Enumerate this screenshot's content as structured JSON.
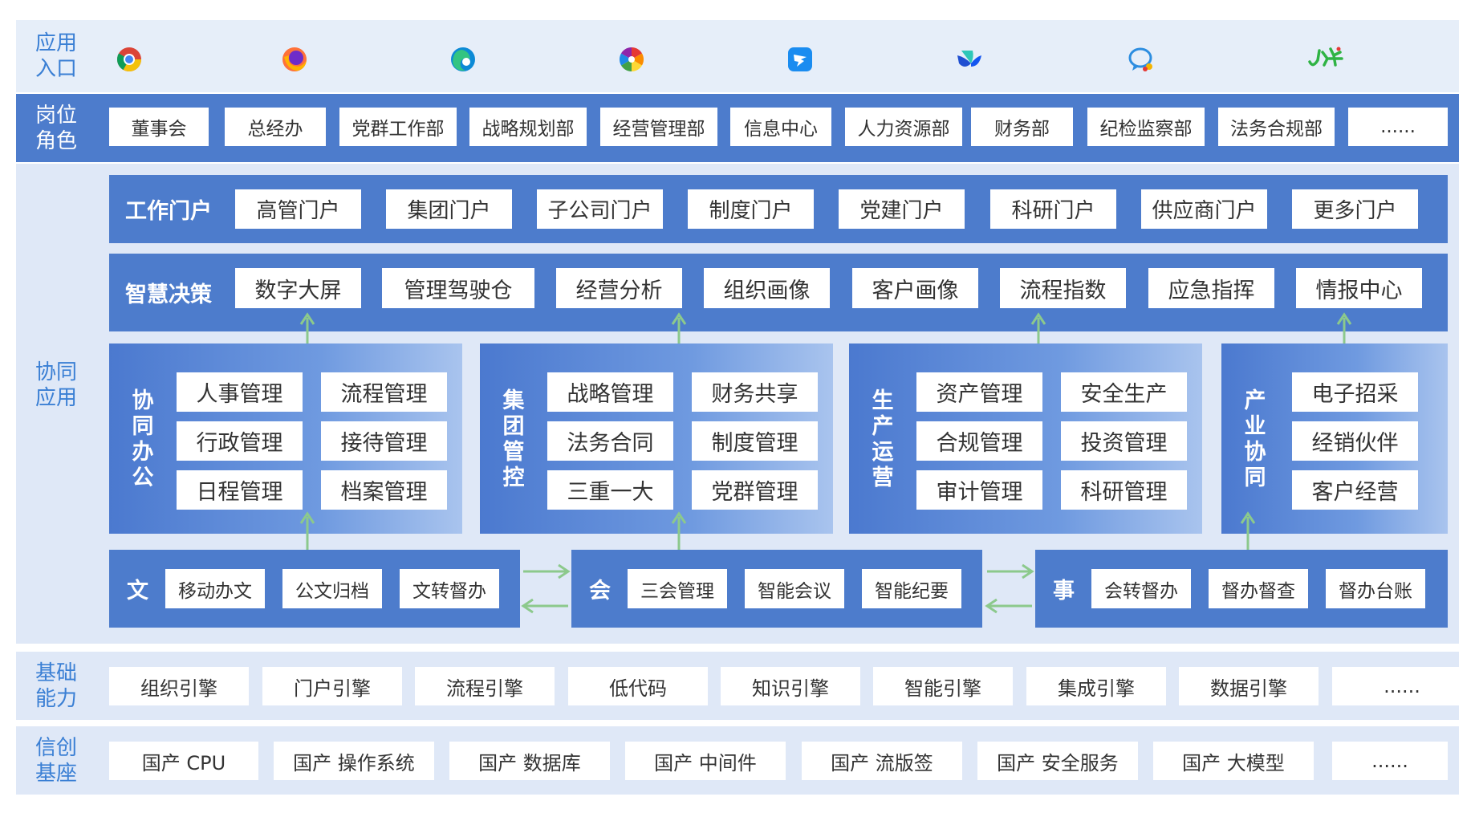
{
  "bands": {
    "app_entry": {
      "label": "应用\n入口"
    },
    "roles": {
      "label": "岗位\n角色"
    },
    "apps": {
      "label": "协同\n应用"
    },
    "foundation": {
      "label": "基础\n能力"
    },
    "infra": {
      "label": "信创\n基座"
    }
  },
  "app_icons": [
    "chrome-icon",
    "firefox-icon",
    "edge-icon",
    "color-wheel-icon",
    "dingtalk-icon",
    "feishu-icon",
    "chat-bubble-icon",
    "brand-logo-icon"
  ],
  "roles": [
    "董事会",
    "总经办",
    "党群工作部",
    "战略规划部",
    "经营管理部",
    "信息中心",
    "人力资源部",
    "财务部",
    "纪检监察部",
    "法务合规部",
    "......"
  ],
  "work_portal": {
    "title": "工作门户",
    "items": [
      "高管门户",
      "集团门户",
      "子公司门户",
      "制度门户",
      "党建门户",
      "科研门户",
      "供应商门户",
      "更多门户"
    ]
  },
  "smart_decision": {
    "title": "智慧决策",
    "items": [
      "数字大屏",
      "管理驾驶仓",
      "经营分析",
      "组织画像",
      "客户画像",
      "流程指数",
      "应急指挥",
      "情报中心"
    ]
  },
  "panels": [
    {
      "title": "协\n同\n办\n公",
      "items": [
        "人事管理",
        "流程管理",
        "行政管理",
        "接待管理",
        "日程管理",
        "档案管理"
      ]
    },
    {
      "title": "集\n团\n管\n控",
      "items": [
        "战略管理",
        "财务共享",
        "法务合同",
        "制度管理",
        "三重一大",
        "党群管理"
      ]
    },
    {
      "title": "生\n产\n运\n营",
      "items": [
        "资产管理",
        "安全生产",
        "合规管理",
        "投资管理",
        "审计管理",
        "科研管理"
      ]
    },
    {
      "title": "产\n业\n协\n同",
      "items": [
        "电子招采",
        "经销伙伴",
        "客户经营"
      ]
    }
  ],
  "bottom_bars": [
    {
      "title": "文",
      "items": [
        "移动办文",
        "公文归档",
        "文转督办"
      ]
    },
    {
      "title": "会",
      "items": [
        "三会管理",
        "智能会议",
        "智能纪要"
      ]
    },
    {
      "title": "事",
      "items": [
        "会转督办",
        "督办督查",
        "督办台账"
      ]
    }
  ],
  "foundation": [
    "组织引擎",
    "门户引擎",
    "流程引擎",
    "低代码",
    "知识引擎",
    "智能引擎",
    "集成引擎",
    "数据引擎",
    "......"
  ],
  "infra": [
    "国产 CPU",
    "国产 操作系统",
    "国产 数据库",
    "国产 中间件",
    "国产 流版签",
    "国产 安全服务",
    "国产 大模型",
    "......"
  ],
  "colors": {
    "accent": "#4d7ccc",
    "band_bg": "#dfe8f7",
    "label": "#3a7fd4",
    "arrow": "#8cc98c"
  }
}
